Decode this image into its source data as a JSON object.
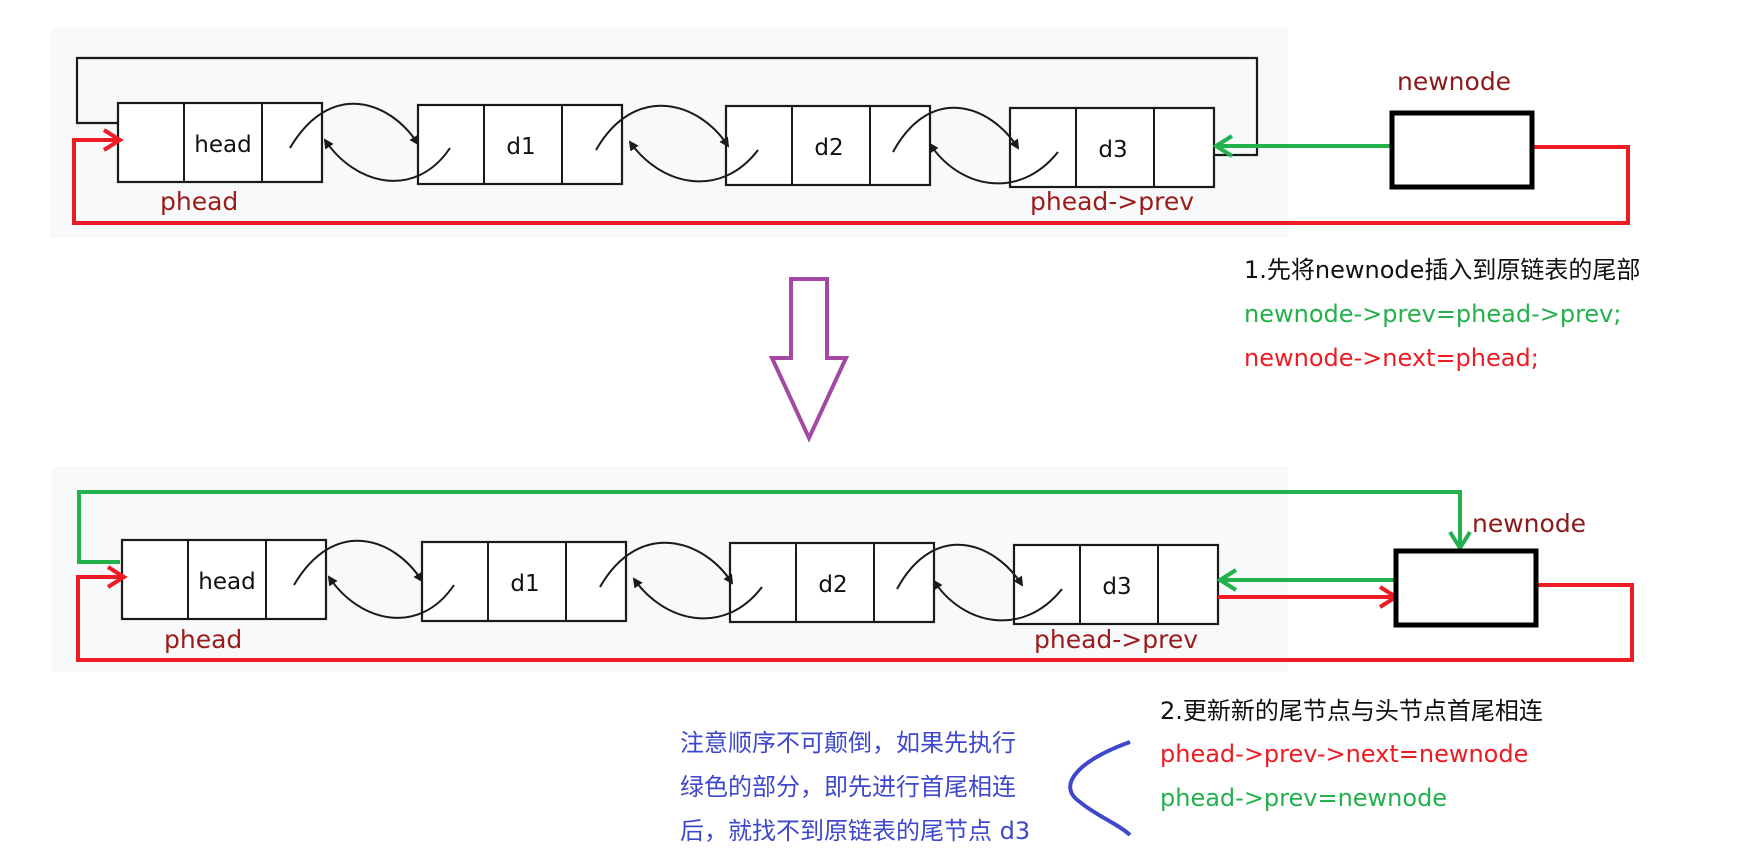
{
  "top_diagram": {
    "nodes": [
      "head",
      "d1",
      "d2",
      "d3"
    ],
    "phead_label": "phead",
    "tail_label": "phead->prev",
    "newnode_label": "newnode"
  },
  "bottom_diagram": {
    "nodes": [
      "head",
      "d1",
      "d2",
      "d3"
    ],
    "phead_label": "phead",
    "tail_label": "phead->prev",
    "newnode_label": "newnode"
  },
  "step1": {
    "title": "1.先将newnode插入到原链表的尾部",
    "line_green": "newnode->prev=phead->prev;",
    "line_red": "newnode->next=phead;"
  },
  "step2": {
    "title": "2.更新新的尾节点与头节点首尾相连",
    "line_red": "phead->prev->next=newnode",
    "line_green": "phead->prev=newnode"
  },
  "warning": {
    "line1": "注意顺序不可颠倒，如果先执行",
    "line2": "绿色的部分，即先进行首尾相连",
    "line3": "后，就找不到原链表的尾节点 d3"
  },
  "colors": {
    "green": "#22b14c",
    "red": "#ed1c24",
    "purple": "#a349a4",
    "blue": "#3f48cc",
    "label_dark_red": "#9b1b1b"
  },
  "icons": [
    "down-arrow-icon",
    "brace-icon"
  ]
}
